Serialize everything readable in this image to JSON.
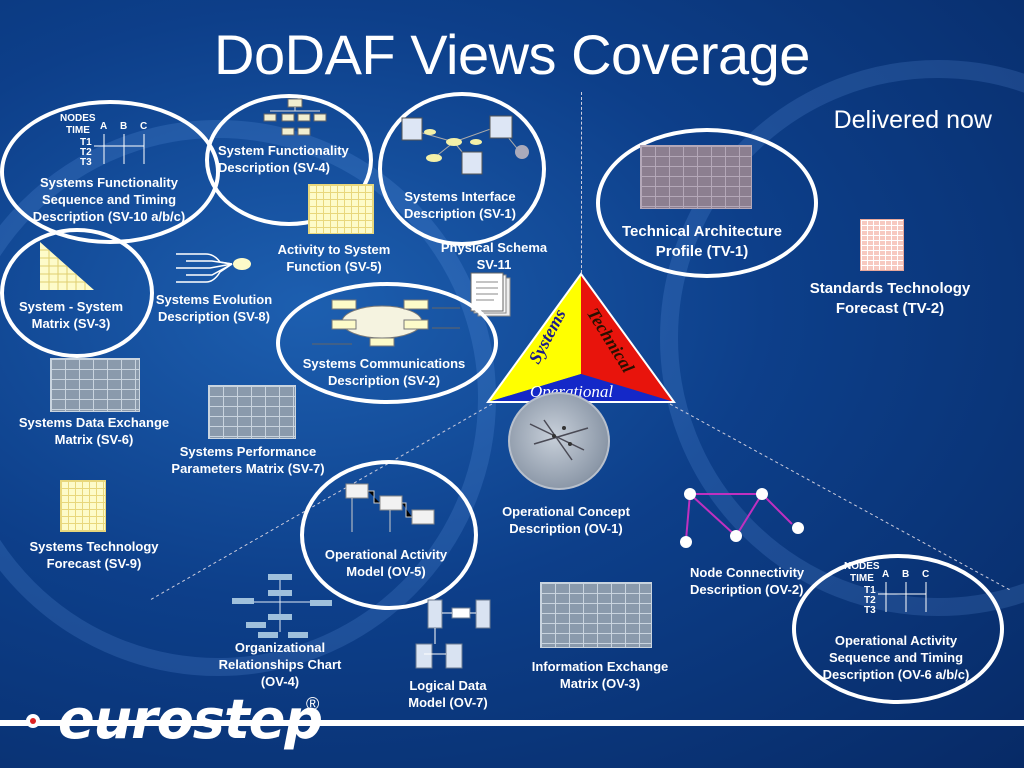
{
  "title": "DoDAF Views Coverage",
  "delivered_now": "Delivered now",
  "triangle": {
    "systems": "Systems",
    "technical": "Technical",
    "operational": "Operational",
    "colors": {
      "systems": "#ffff00",
      "technical": "#e8140c",
      "operational": "#1428c8"
    }
  },
  "timing_table_sv": {
    "nodes": "NODES",
    "time": "TIME",
    "a": "A",
    "b": "B",
    "c": "C",
    "t1": "T1",
    "t2": "T2",
    "t3": "T3"
  },
  "timing_table_ov": {
    "nodes": "NODES",
    "time": "TIME",
    "a": "A",
    "b": "B",
    "c": "C",
    "t1": "T1",
    "t2": "T2",
    "t3": "T3"
  },
  "views": {
    "sv10": "Systems Functionality Sequence and Timing Description (SV-10  a/b/c)",
    "sv4": "System Functionality Description (SV-4)",
    "sv1": "Systems Interface Description (SV-1)",
    "sv11": "Physical Schema SV-11",
    "sv5": "Activity  to System Function (SV-5)",
    "sv3": "System - System Matrix (SV-3)",
    "sv8": "Systems Evolution Description (SV-8)",
    "sv2": "Systems Communications Description (SV-2)",
    "sv6": "Systems Data Exchange Matrix (SV-6)",
    "sv7": "Systems Performance Parameters Matrix (SV-7)",
    "sv9": "Systems Technology Forecast (SV-9)",
    "tv1": "Technical Architecture Profile (TV-1)",
    "tv2": "Standards Technology Forecast (TV-2)",
    "ov1": "Operational Concept Description (OV-1)",
    "ov5": "Operational Activity Model (OV-5)",
    "ov2": "Node Connectivity Description (OV-2)",
    "ov4": "Organizational Relationships Chart (OV-4)",
    "ov7": "Logical Data Model (OV-7)",
    "ov3": "Information Exchange Matrix (OV-3)",
    "ov6": "Operational Activity Sequence and Timing Description (OV-6 a/b/c)"
  },
  "logo": {
    "text": "eurostep",
    "reg": "®"
  }
}
